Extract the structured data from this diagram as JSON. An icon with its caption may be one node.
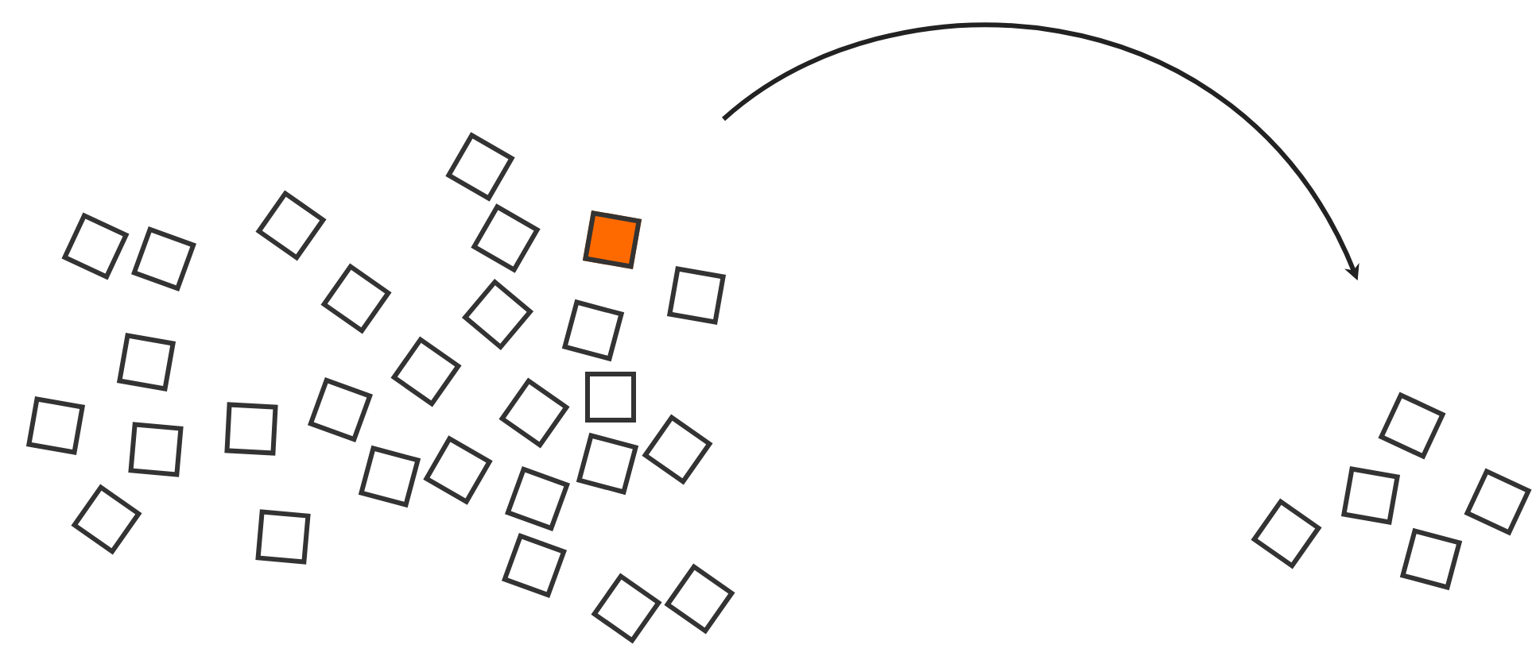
{
  "diagram": {
    "nodes": [
      {
        "text": [],
        "shape": "box"
      },
      {
        "text": [],
        "shape": "box"
      },
      {
        "text": [],
        "shape": "box"
      },
      {
        "text": [],
        "shape": "box"
      },
      {
        "text": [],
        "shape": "box"
      },
      {
        "text": [],
        "shape": "box"
      },
      {
        "text": [],
        "shape": "box"
      },
      {
        "text": [],
        "shape": "box"
      },
      {
        "text": [],
        "shape": "box"
      },
      {
        "text": [],
        "shape": "box"
      },
      {
        "text": [],
        "shape": "box"
      },
      {
        "text": [],
        "shape": "box"
      },
      {
        "text": [],
        "shape": "box"
      },
      {
        "text": [],
        "shape": "box"
      },
      {
        "text": [],
        "shape": "box"
      },
      {
        "text": [],
        "shape": "box"
      },
      {
        "text": [],
        "shape": "box"
      },
      {
        "text": [],
        "shape": "box"
      },
      {
        "text": [],
        "shape": "box"
      },
      {
        "text": [],
        "shape": "box"
      },
      {
        "text": [],
        "shape": "box"
      },
      {
        "text": [],
        "shape": "box"
      },
      {
        "text": [],
        "shape": "box"
      },
      {
        "text": [],
        "shape": "box"
      },
      {
        "text": [],
        "shape": "box"
      },
      {
        "text": [],
        "shape": "box"
      },
      {
        "text": [],
        "shape": "box"
      },
      {
        "text": [],
        "shape": "box"
      },
      {
        "text": [],
        "shape": "box"
      },
      {
        "text": [],
        "shape": "box"
      },
      {
        "text": [],
        "shape": "box"
      },
      {
        "text": [],
        "shape": "box"
      },
      {
        "text": [],
        "shape": "box"
      }
    ]
  }
}
